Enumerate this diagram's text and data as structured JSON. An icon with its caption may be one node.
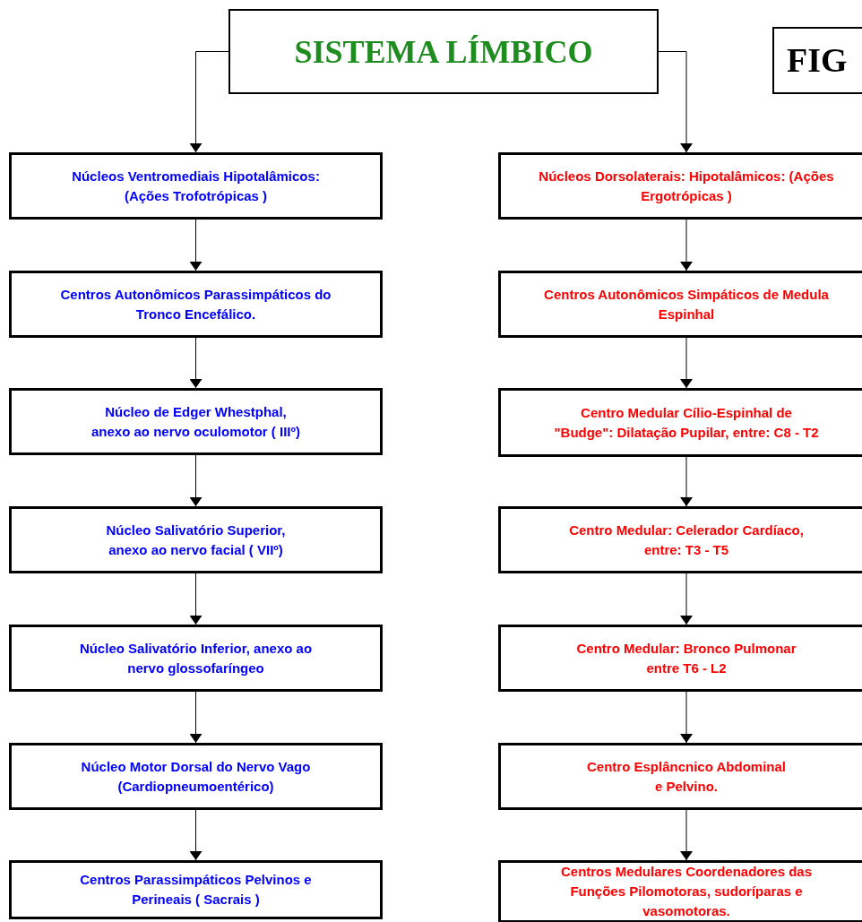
{
  "diagram": {
    "nodes": [
      {
        "text": [
          "SISTEMA LÍMBICO"
        ]
      },
      {
        "text": [
          "FIG"
        ]
      },
      {
        "text": [
          "Núcleos Ventromediais Hipotalâmicos: (Ações Trofotrópicas )"
        ]
      },
      {
        "text": [
          "Núcleos Dorsolaterais: Hipotalâmicos: (Ações Ergotrópicas )"
        ]
      },
      {
        "text": [
          "Centros Autonômicos Parassimpáticos do Tronco Encefálico."
        ]
      },
      {
        "text": [
          "Centros Autonômicos Simpáticos de Medula Espinhal"
        ]
      },
      {
        "text": [
          "Núcleo de Edger Whestphal, anexo ao nervo oculomotor ( IIIº)"
        ]
      },
      {
        "text": [
          "Centro Medular Cílio-Espinhal de \"Budge\": Dilatação Pupilar, entre: C8 - T2"
        ]
      },
      {
        "text": [
          "Núcleo Salivatório Superior, anexo ao nervo facial ( VIIº)"
        ]
      },
      {
        "text": [
          "Centro Medular: Celerador Cardíaco, entre: T3 - T5"
        ]
      },
      {
        "text": [
          "Núcleo Salivatório Inferior, anexo ao nervo glossofaríngeo"
        ]
      },
      {
        "text": [
          "Centro Medular: Bronco Pulmonar entre T6 - L2"
        ]
      },
      {
        "text": [
          "Núcleo Motor Dorsal do Nervo Vago (Cardiopneumoentérico)"
        ]
      },
      {
        "text": [
          "Centro Esplâncnico Abdominal e Pelvino."
        ]
      },
      {
        "text": [
          "Centros Parassimpáticos Pelvinos e Perineais ( Sacrais )"
        ]
      },
      {
        "text": [
          "Centros Medulares Coordenadores das Funções Pilomotoras, sudoríparas e vasomotoras."
        ]
      }
    ],
    "edges": [
      {
        "from": 0,
        "to": 2,
        "arrow": "to"
      },
      {
        "from": 0,
        "to": 3,
        "arrow": "to"
      },
      {
        "from": 2,
        "to": 4,
        "arrow": "to"
      },
      {
        "from": 4,
        "to": 6,
        "arrow": "to"
      },
      {
        "from": 6,
        "to": 8,
        "arrow": "to"
      },
      {
        "from": 8,
        "to": 10,
        "arrow": "to"
      },
      {
        "from": 10,
        "to": 12,
        "arrow": "to"
      },
      {
        "from": 12,
        "to": 14,
        "arrow": "to"
      },
      {
        "from": 3,
        "to": 5,
        "arrow": "to"
      },
      {
        "from": 5,
        "to": 7,
        "arrow": "to"
      },
      {
        "from": 7,
        "to": 9,
        "arrow": "to"
      },
      {
        "from": 9,
        "to": 11,
        "arrow": "to"
      },
      {
        "from": 11,
        "to": 13,
        "arrow": "to"
      },
      {
        "from": 13,
        "to": 15,
        "arrow": "to"
      }
    ]
  }
}
